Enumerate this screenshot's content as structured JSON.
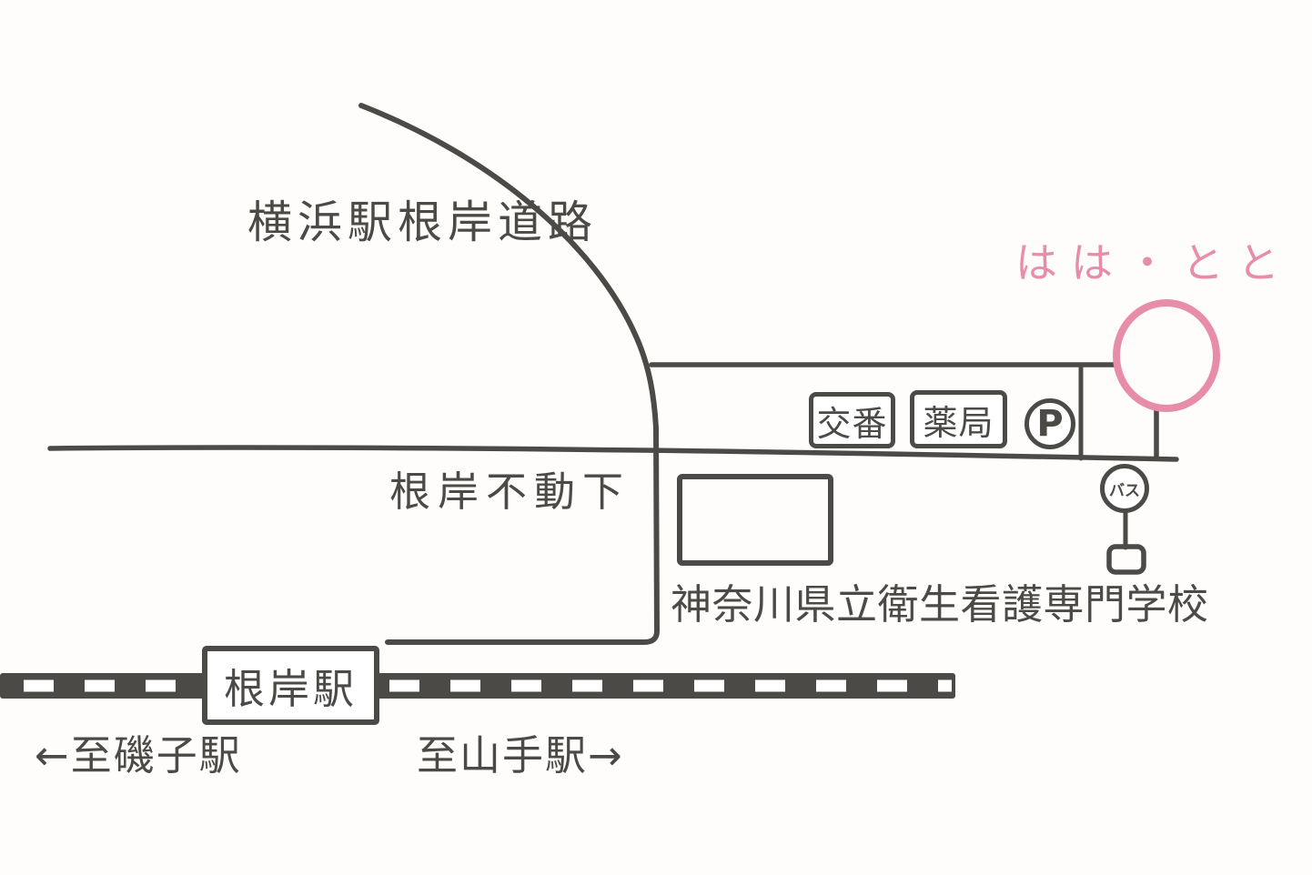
{
  "map": {
    "colors": {
      "ink": "#4c4a46",
      "accent": "#e88da9",
      "paper": "#fefdfc"
    },
    "labels": {
      "main_road": "横浜駅根岸道路",
      "destination": "はは・とと",
      "police_box": "交番",
      "pharmacy": "薬局",
      "parking": "P",
      "bus_stop": "バス",
      "slope": "根岸不動下",
      "school": "神奈川県立衛生看護専門学校",
      "station": "根岸駅",
      "direction_left": "←至磯子駅",
      "direction_right": "至山手駅→"
    }
  }
}
